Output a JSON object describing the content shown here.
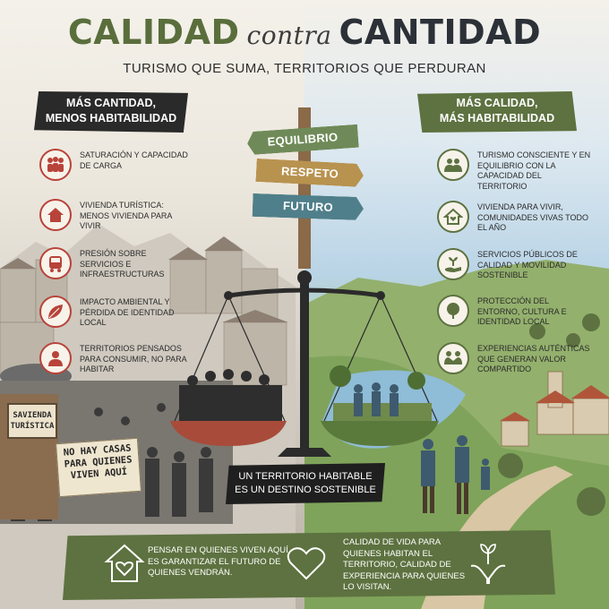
{
  "header": {
    "title_left": "CALIDAD",
    "title_mid": "contra",
    "title_right": "CANTIDAD",
    "subtitle": "TURISMO QUE SUMA, TERRITORIOS QUE PERDURAN"
  },
  "left_section": {
    "heading_line1": "MÁS CANTIDAD,",
    "heading_line2": "MENOS HABITABILIDAD",
    "accent_color": "#b8433a",
    "items": [
      {
        "icon": "crowd-icon",
        "text": "SATURACIÓN Y CAPACIDAD DE CARGA"
      },
      {
        "icon": "house-icon",
        "text": "VIVIENDA TURÍSTICA: MENOS VIVIENDA PARA VIVIR"
      },
      {
        "icon": "bus-icon",
        "text": "PRESIÓN SOBRE SERVICIOS E INFRAESTRUCTURAS"
      },
      {
        "icon": "leaf-icon",
        "text": "IMPACTO AMBIENTAL Y PÉRDIDA DE IDENTIDAD LOCAL"
      },
      {
        "icon": "person-icon",
        "text": "TERRITORIOS PENSADOS PARA CONSUMIR, NO PARA HABITAR"
      }
    ]
  },
  "right_section": {
    "heading_line1": "MÁS CALIDAD,",
    "heading_line2": "MÁS HABITABILIDAD",
    "accent_color": "#5d7240",
    "items": [
      {
        "icon": "people-circle-icon",
        "text": "TURISMO CONSCIENTE Y EN EQUILIBRIO CON LA CAPACIDAD DEL TERRITORIO"
      },
      {
        "icon": "home-heart-icon",
        "text": "VIVIENDA PARA VIVIR, COMUNIDADES VIVAS TODO EL AÑO"
      },
      {
        "icon": "hand-plant-icon",
        "text": "SERVICIOS PÚBLICOS DE CALIDAD Y MOVILIDAD SOSTENIBLE"
      },
      {
        "icon": "tree-icon",
        "text": "PROTECCIÓN DEL ENTORNO, CULTURA E IDENTIDAD LOCAL"
      },
      {
        "icon": "handshake-icon",
        "text": "EXPERIENCIAS AUTÉNTICAS QUE GENERAN VALOR COMPARTIDO"
      }
    ]
  },
  "signpost": {
    "sign1": "EQUILIBRIO",
    "sign2": "RESPETO",
    "sign3": "FUTURO"
  },
  "scene_signs": {
    "shop_line1": "SAVIENDA",
    "shop_line2": "TURÍSTICA",
    "protest_line1": "NO HAY CASAS",
    "protest_line2": "PARA QUIENES",
    "protest_line3": "VIVEN AQUÍ"
  },
  "center_banner": {
    "line1": "UN TERRITORIO HABITABLE",
    "line2": "ES UN DESTINO SOSTENIBLE"
  },
  "bottom_banner": {
    "text_left": "PENSAR EN QUIENES VIVEN AQUÍ ES GARANTIZAR EL FUTURO DE QUIENES VENDRÁN.",
    "text_right": "CALIDAD DE VIDA PARA QUIENES HABITAN EL TERRITORIO, CALIDAD DE EXPERIENCIA PARA QUIENES LO VISITAN."
  }
}
